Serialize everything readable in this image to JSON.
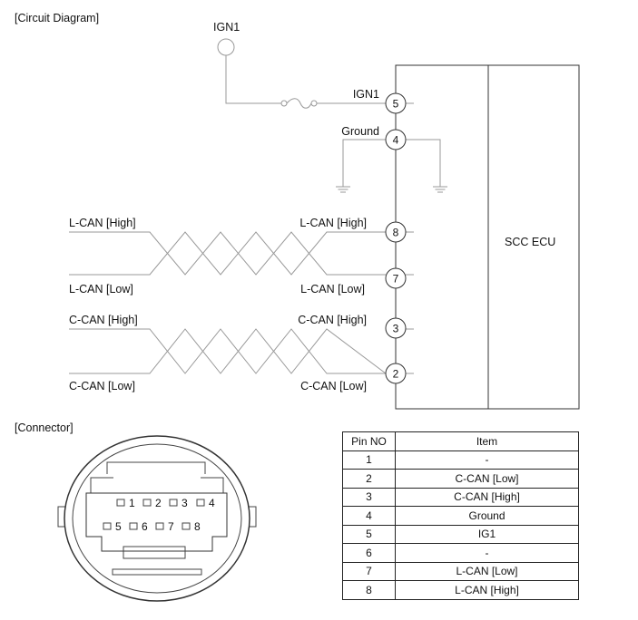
{
  "headings": {
    "circuit": "[Circuit Diagram]",
    "connector": "[Connector]"
  },
  "circuit": {
    "power_source": "IGN1",
    "ecu": "SCC ECU",
    "pins": [
      {
        "number": "5",
        "label": "IGN1"
      },
      {
        "number": "4",
        "label": "Ground"
      },
      {
        "number": "8",
        "label": "L-CAN [High]"
      },
      {
        "number": "7",
        "label": "L-CAN [Low]"
      },
      {
        "number": "3",
        "label": "C-CAN [High]"
      },
      {
        "number": "2",
        "label": "C-CAN [Low]"
      }
    ],
    "bus_labels": {
      "lcan_high_left": "L-CAN [High]",
      "lcan_low_left": "L-CAN [Low]",
      "ccan_high_left": "C-CAN [High]",
      "ccan_low_left": "C-CAN [Low]"
    }
  },
  "connector": {
    "pins": [
      "1",
      "2",
      "3",
      "4",
      "5",
      "6",
      "7",
      "8"
    ]
  },
  "pin_table": {
    "headers": [
      "Pin NO",
      "Item"
    ],
    "rows": [
      [
        "1",
        "-"
      ],
      [
        "2",
        "C-CAN [Low]"
      ],
      [
        "3",
        "C-CAN [High]"
      ],
      [
        "4",
        "Ground"
      ],
      [
        "5",
        "IG1"
      ],
      [
        "6",
        "-"
      ],
      [
        "7",
        "L-CAN [Low]"
      ],
      [
        "8",
        "L-CAN [High]"
      ]
    ]
  }
}
